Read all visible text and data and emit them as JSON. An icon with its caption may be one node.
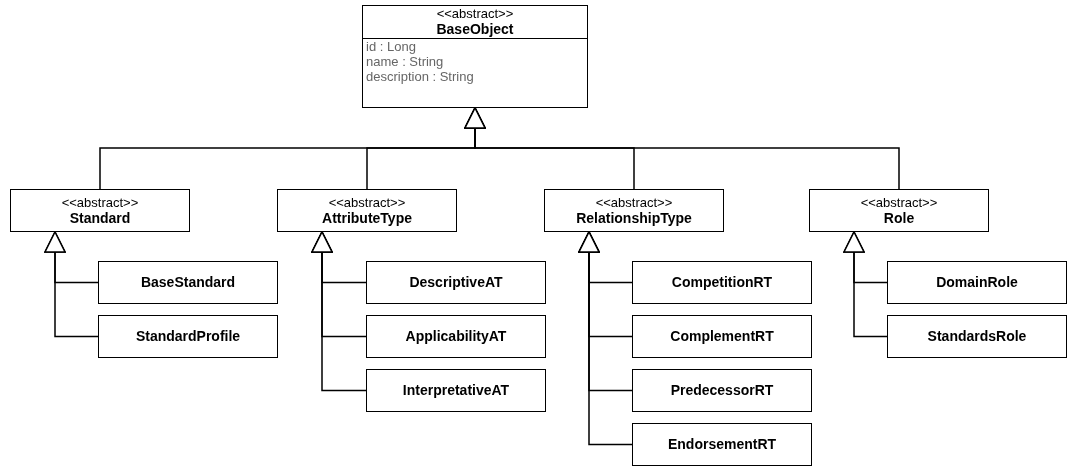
{
  "diagram": {
    "nodes": [
      {
        "text": [
          "<<abstract>>",
          "BaseObject",
          "id : Long",
          "name : String",
          "description : String"
        ]
      },
      {
        "text": [
          "<<abstract>>",
          "Standard"
        ]
      },
      {
        "text": [
          "<<abstract>>",
          "AttributeType"
        ]
      },
      {
        "text": [
          "<<abstract>>",
          "RelationshipType"
        ]
      },
      {
        "text": [
          "<<abstract>>",
          "Role"
        ]
      },
      {
        "text": [
          "BaseStandard"
        ]
      },
      {
        "text": [
          "StandardProfile"
        ]
      },
      {
        "text": [
          "DescriptiveAT"
        ]
      },
      {
        "text": [
          "ApplicabilityAT"
        ]
      },
      {
        "text": [
          "InterpretativeAT"
        ]
      },
      {
        "text": [
          "CompetitionRT"
        ]
      },
      {
        "text": [
          "ComplementRT"
        ]
      },
      {
        "text": [
          "PredecessorRT"
        ]
      },
      {
        "text": [
          "EndorsementRT"
        ]
      },
      {
        "text": [
          "DomainRole"
        ]
      },
      {
        "text": [
          "StandardsRole"
        ]
      }
    ],
    "edges": [
      {
        "from": 1,
        "to": 0,
        "arrow": "to"
      },
      {
        "from": 2,
        "to": 0,
        "arrow": "to"
      },
      {
        "from": 3,
        "to": 0,
        "arrow": "to"
      },
      {
        "from": 4,
        "to": 0,
        "arrow": "to"
      },
      {
        "from": 5,
        "to": 1,
        "arrow": "to"
      },
      {
        "from": 6,
        "to": 1,
        "arrow": "to"
      },
      {
        "from": 7,
        "to": 2,
        "arrow": "to"
      },
      {
        "from": 8,
        "to": 2,
        "arrow": "to"
      },
      {
        "from": 9,
        "to": 2,
        "arrow": "to"
      },
      {
        "from": 10,
        "to": 3,
        "arrow": "to"
      },
      {
        "from": 11,
        "to": 3,
        "arrow": "to"
      },
      {
        "from": 12,
        "to": 3,
        "arrow": "to"
      },
      {
        "from": 13,
        "to": 3,
        "arrow": "to"
      },
      {
        "from": 14,
        "to": 4,
        "arrow": "to"
      },
      {
        "from": 15,
        "to": 4,
        "arrow": "to"
      }
    ]
  }
}
